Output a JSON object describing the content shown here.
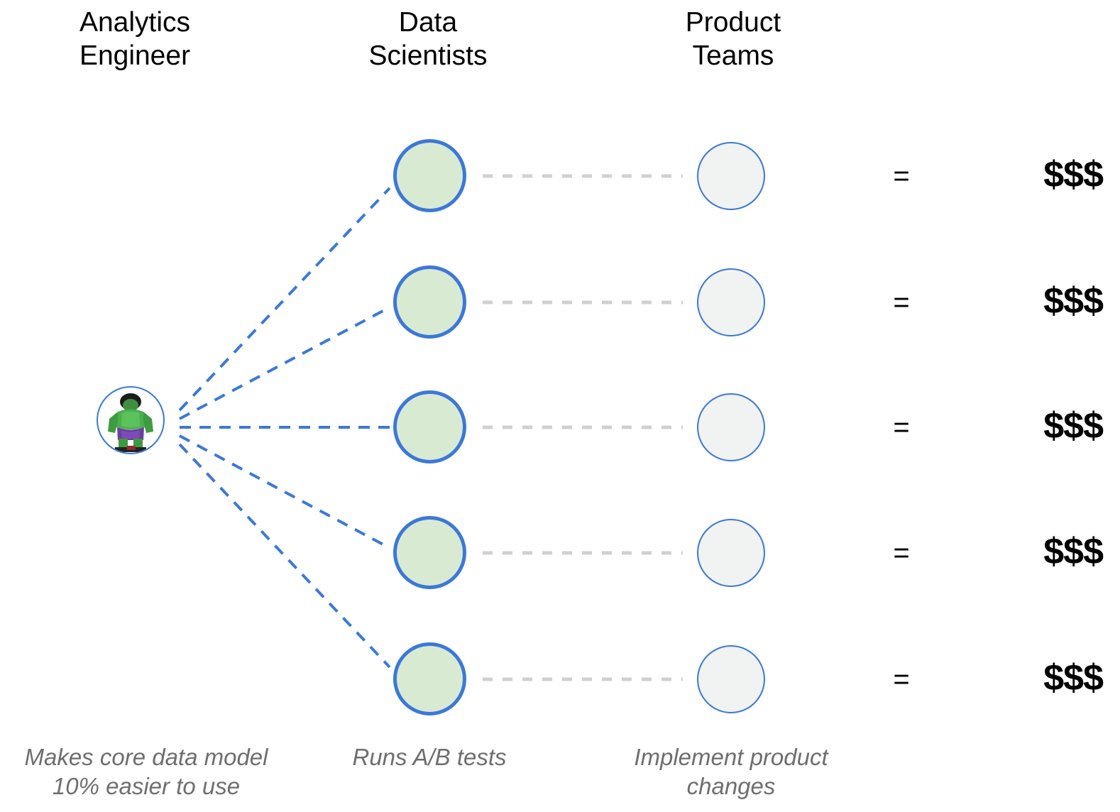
{
  "diagram": {
    "title_columns": [
      {
        "id": "analytics-engineer",
        "label": "Analytics\nEngineer"
      },
      {
        "id": "data-scientists",
        "label": "Data\nScientists"
      },
      {
        "id": "product-teams",
        "label": "Product\nTeams"
      }
    ],
    "captions": [
      {
        "id": "analytics-engineer",
        "text": "Makes core data  model\n10% easier to use"
      },
      {
        "id": "data-scientists",
        "text": "Runs A/B tests"
      },
      {
        "id": "product-teams",
        "text": "Implement product\nchanges"
      }
    ],
    "source_node": {
      "label": "Analytics Engineer",
      "icon": "hulk-lego-figure",
      "border_color": "#3c78d8"
    },
    "rows": [
      {
        "index": 1,
        "equals": "=",
        "money": "$$$"
      },
      {
        "index": 2,
        "equals": "=",
        "money": "$$$"
      },
      {
        "index": 3,
        "equals": "=",
        "money": "$$$"
      },
      {
        "index": 4,
        "equals": "=",
        "money": "$$$"
      },
      {
        "index": 5,
        "equals": "=",
        "money": "$$$"
      }
    ],
    "colors": {
      "node_fill_data_scientist": "#d9ead3",
      "node_fill_product_team": "#f1f2f2",
      "node_border": "#3c78d8",
      "link_blue": "#3c78d8",
      "link_gray": "#d0d0d0",
      "caption_text": "#6e6e6e",
      "header_text": "#000000",
      "background": "#ffffff"
    }
  }
}
